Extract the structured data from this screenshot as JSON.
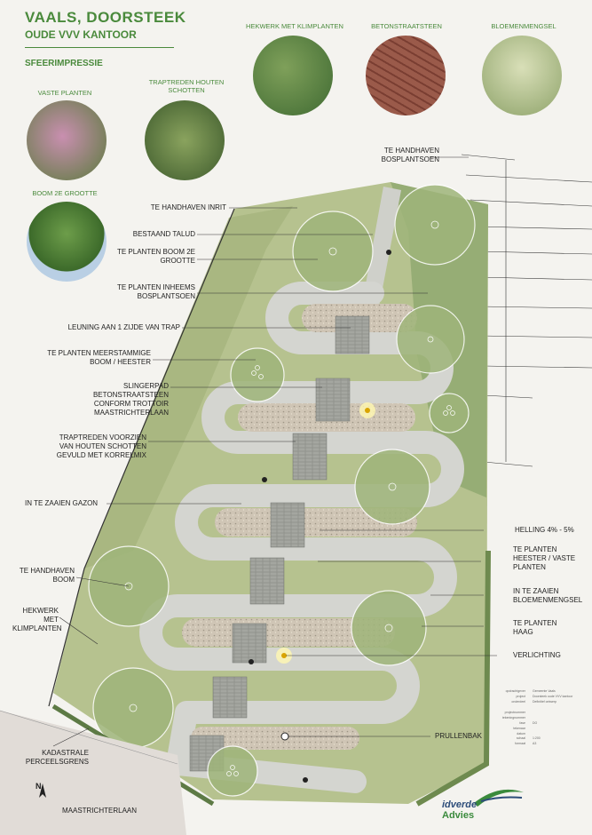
{
  "header": {
    "title": "VAALS, DOORSTEEK",
    "subtitle": "OUDE VVV KANTOOR",
    "section": "SFEERIMPRESSIE"
  },
  "photos": {
    "hekwerk": "HEKWERK MET KLIMPLANTEN",
    "beton": "BETONSTRAATSTEEN",
    "bloem": "BLOEMENMENGSEL",
    "vaste": "VASTE PLANTEN",
    "traptreden": "TRAPTREDEN HOUTEN SCHOTTEN",
    "boom": "BOOM 2E GROOTTE"
  },
  "labels": {
    "inrit": "TE HANDHAVEN INRIT",
    "talud": "BESTAAND TALUD",
    "boom2": "TE PLANTEN  BOOM 2E GROOTTE",
    "inheems": "TE PLANTEN INHEEMS BOSPLANTSOEN",
    "leuning": "LEUNING AAN 1 ZIJDE VAN TRAP",
    "meerstammig": "TE PLANTEN MEERSTAMMIGE BOOM / HEESTER",
    "slingerpad": "SLINGERPAD BETONSTRAATSTEEN CONFORM TROTTOIR MAASTRICHTERLAAN",
    "traptreden": "TRAPTREDEN VOORZIEN VAN HOUTEN SCHOTTEN GEVULD MET KORRELMIX",
    "gazon": "IN TE ZAAIEN GAZON",
    "handhaven_boom": "TE HANDHAVEN BOOM",
    "hekwerk": "HEKWERK MET KLIMPLANTEN",
    "kadastrale": "KADASTRALE PERCEELSGRENS",
    "maastrichterlaan": "MAASTRICHTERLAAN",
    "bosplantsoen": "TE HANDHAVEN BOSPLANTSOEN",
    "helling": "HELLING 4% - 5%",
    "heester": "TE PLANTEN HEESTER / VASTE PLANTEN",
    "bloemenmengsel": "IN TE ZAAIEN BLOEMENMENGSEL",
    "haag": "TE PLANTEN HAAG",
    "verlichting": "VERLICHTING",
    "prullenbak": "PRULLENBAK"
  },
  "titleblock": {
    "rows": [
      "opdrachtgever",
      "project",
      "onderdeel",
      "",
      "projectnummer",
      "tekeningnummer",
      "fase",
      "tekenaar",
      "datum",
      "schaal",
      "formaat"
    ],
    "values": [
      "Gemeente Vaals",
      "Doorsteek oude VVV kantoor",
      "Definitief ontwerp",
      "",
      "",
      "",
      "DO",
      "",
      "",
      "1:200",
      "A3"
    ]
  },
  "logo": {
    "word": "idverde",
    "word2": "Advies"
  },
  "north": "N",
  "colors": {
    "accent": "#4a8a3c",
    "grass": "#b3c08a",
    "path": "#d2d3ce"
  }
}
